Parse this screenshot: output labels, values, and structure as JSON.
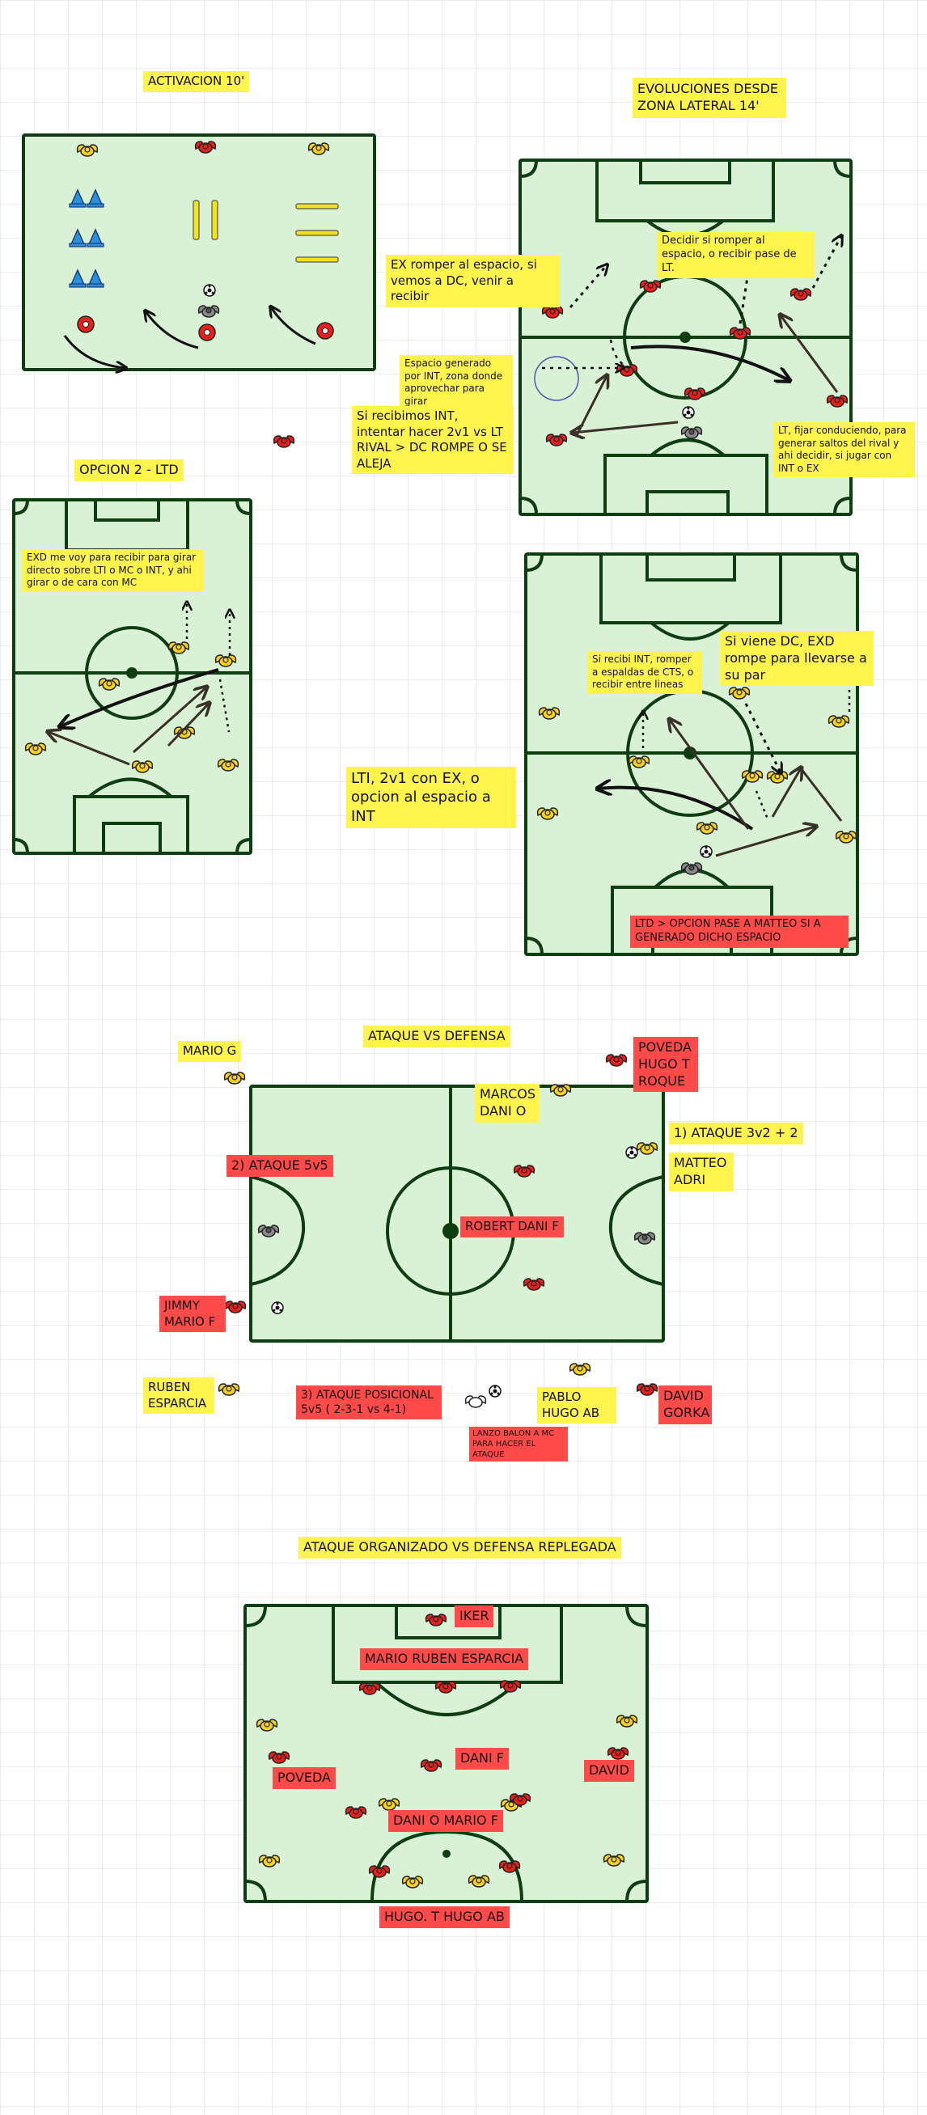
{
  "colors": {
    "pitch": "#d9f2d5",
    "line": "#0f3d12",
    "yellow_label": "#fff34d",
    "red_label": "#ff4a4a",
    "player_yellow": "#f6d21e",
    "player_red": "#e8201c",
    "cone_blue": "#2a8fe0",
    "pole_yellow": "#f4e21a",
    "arrow": "#3a302a"
  },
  "icons": [
    "player-token-icon",
    "cone-icon",
    "pole-icon",
    "ring-cone-icon",
    "ball-icon",
    "coach-icon",
    "arrow-icon"
  ],
  "sections": {
    "activacion": {
      "title": "ACTIVACION 10'"
    },
    "evoluciones": {
      "title_line1": "EVOLUCIONES DESDE",
      "title_line2": "ZONA LATERAL 14'",
      "note_ex": "EX romper al espacio, si vemos a DC, venir a recibir",
      "note_decidir": "Decidir si romper al espacio, o recibir pase de LT.",
      "note_espacio": "Espacio generado por INT, zona donde aprovechar para girar",
      "note_recibimos": "Si recibimos INT, intentar hacer 2v1 vs LT RIVAL > DC ROMPE O SE ALEJA",
      "note_lt": "LT, fijar conduciendo, para generar saltos del rival y ahi decidir, si jugar con INT o EX"
    },
    "opcion2": {
      "title": "OPCION 2 - LTD",
      "note": "EXD me voy para recibir para girar directo sobre LTI o  MC o INT, y ahi girar o de cara con MC"
    },
    "evoluciones2": {
      "note_si_recibi": "Si recibi INT, romper a espaldas de CTS, o recibir entre lineas",
      "note_si_viene": "Si viene DC, EXD rompe para llevarse a su par",
      "note_lti": "LTI, 2v1 con EX, o opcion al espacio a INT",
      "note_ltd": "LTD > OPCION PASE A MATTEO SI A GENERADO DICHO ESPACIO"
    },
    "ataque_defensa": {
      "title": "ATAQUE VS DEFENSA",
      "mario_g": "MARIO G",
      "poveda_group": "POVEDA\nHUGO T\nROQUE",
      "marcos_group": "MARCOS\nDANI O",
      "ataque_3v2": "1) ATAQUE 3v2 + 2",
      "matteo_group": "MATTEO\nADRI",
      "ataque_5v5": "2) ATAQUE 5v5",
      "robert": "ROBERT DANI F",
      "jimmy_group": "JIMMY\nMARIO F",
      "ruben_group": "RUBEN\nESPARCIA",
      "ataque_posicional": "3) ATAQUE POSICIONAL\n5v5 ( 2-3-1 vs 4-1)",
      "pablo_group": "PABLO\nHUGO AB",
      "david_group": "DAVID\nGORKA",
      "lanzo": "LANZO BALON A MC PARA HACER EL ATAQUE"
    },
    "organizado": {
      "title": "ATAQUE ORGANIZADO VS DEFENSA REPLEGADA",
      "iker": "IKER",
      "mario_ruben": "MARIO RUBEN ESPARCIA",
      "dani_f": "DANI F",
      "poveda": "POVEDA",
      "david": "DAVID",
      "dani_o": "DANI O MARIO F",
      "hugo": "HUGO. T HUGO AB"
    }
  }
}
